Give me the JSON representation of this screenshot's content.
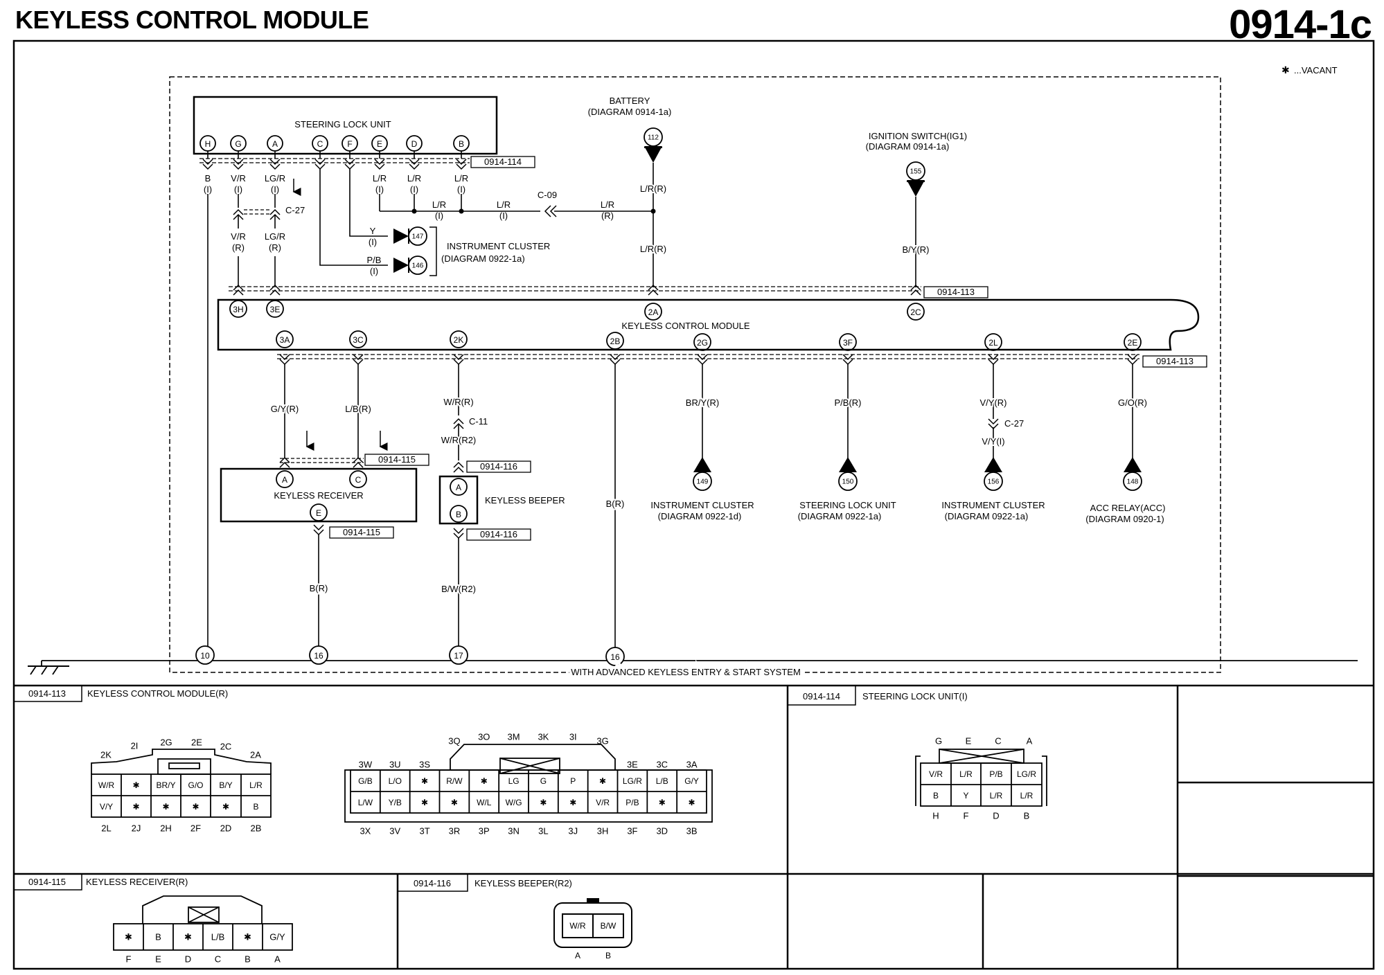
{
  "header": {
    "title": "KEYLESS CONTROL MODULE",
    "code": "0914-1c"
  },
  "legend": {
    "symbol": "✱",
    "text": "...VACANT"
  },
  "frame_caption": "WITH ADVANCED KEYLESS ENTRY & START SYSTEM",
  "components": {
    "steering_lock_unit": "STEERING LOCK UNIT",
    "battery": "BATTERY",
    "battery_ref": "(DIAGRAM 0914-1a)",
    "ign": "IGNITION SWITCH(IG1)",
    "ign_ref": "(DIAGRAM 0914-1a)",
    "ic": "INSTRUMENT CLUSTER",
    "ic_ref": "(DIAGRAM 0922-1a)",
    "kcm": "KEYLESS CONTROL MODULE",
    "receiver": "KEYLESS RECEIVER",
    "beeper": "KEYLESS BEEPER"
  },
  "sl_pins": [
    "H",
    "G",
    "A",
    "C",
    "F",
    "E",
    "D",
    "B"
  ],
  "kcm_top_pins": [
    "3H",
    "3E",
    "2A",
    "2C"
  ],
  "kcm_bottom_pins": [
    "3A",
    "3C",
    "2K",
    "2B",
    "2G",
    "3F",
    "2L",
    "2E"
  ],
  "refs": {
    "r113": "0914-113",
    "r114": "0914-114",
    "r115": "0914-115",
    "r116": "0914-116"
  },
  "wires": {
    "w_b_i": "B",
    "w_i": "(I)",
    "w_vr_i": "V/R",
    "w_lgr_i": "LG/R",
    "w_lr": "L/R",
    "w_r": "(R)",
    "w_vr_r": "V/R",
    "w_lgr_r": "LG/R",
    "w_y": "Y",
    "w_pb": "P/B",
    "w_by_r": "B/Y(R)",
    "w_lr_r": "L/R(R)",
    "w_gy_r": "G/Y(R)",
    "w_lb_r": "L/B(R)",
    "w_wr_r": "W/R(R)",
    "w_wr_r2": "W/R(R2)",
    "w_b_r": "B(R)",
    "w_bw_r2": "B/W(R2)",
    "w_bry_r": "BR/Y(R)",
    "w_pb_r": "P/B(R)",
    "w_vy_r": "V/Y(R)",
    "w_vy_i": "V/Y(I)",
    "w_go_r": "G/O(R)"
  },
  "connectors_inline": {
    "c27": "C-27",
    "c09": "C-09",
    "c11": "C-11"
  },
  "circle_refs": {
    "c112": "112",
    "c155": "155",
    "c147": "147",
    "c146": "146",
    "c149": "149",
    "c150": "150",
    "c156": "156",
    "c148": "148"
  },
  "ground_pins": [
    "10",
    "16",
    "17",
    "16"
  ],
  "receiver_pins": [
    "A",
    "C",
    "E"
  ],
  "beeper_pins": [
    "A",
    "B"
  ],
  "destinations": [
    {
      "name": "INSTRUMENT CLUSTER",
      "ref": "(DIAGRAM 0922-1d)"
    },
    {
      "name": "STEERING LOCK UNIT",
      "ref": "(DIAGRAM 0922-1a)"
    },
    {
      "name": "INSTRUMENT CLUSTER",
      "ref": "(DIAGRAM 0922-1a)"
    },
    {
      "name": "ACC RELAY(ACC)",
      "ref": "(DIAGRAM 0920-1)"
    }
  ],
  "connector_views": {
    "kcm": {
      "ref": "0914-113",
      "title": "KEYLESS CONTROL MODULE(R)",
      "a_top_labels": [
        "2K",
        "2I",
        "2G",
        "2E",
        "2C",
        "2A"
      ],
      "a_row1": [
        "W/R",
        "✱",
        "BR/Y",
        "G/O",
        "B/Y",
        "L/R"
      ],
      "a_row2": [
        "V/Y",
        "✱",
        "✱",
        "✱",
        "✱",
        "B"
      ],
      "a_bottom_labels": [
        "2L",
        "2J",
        "2H",
        "2F",
        "2D",
        "2B"
      ],
      "b_top_labels": [
        "3W",
        "3U",
        "3S",
        "3Q",
        "3O",
        "3M",
        "3K",
        "3I",
        "3G",
        "3E",
        "3C",
        "3A"
      ],
      "b_row1": [
        "G/B",
        "L/O",
        "✱",
        "R/W",
        "✱",
        "LG",
        "G",
        "P",
        "✱",
        "LG/R",
        "L/B",
        "G/Y"
      ],
      "b_row2": [
        "L/W",
        "Y/B",
        "✱",
        "✱",
        "W/L",
        "W/G",
        "✱",
        "✱",
        "V/R",
        "P/B",
        "✱",
        "✱"
      ],
      "b_bottom_labels": [
        "3X",
        "3V",
        "3T",
        "3R",
        "3P",
        "3N",
        "3L",
        "3J",
        "3H",
        "3F",
        "3D",
        "3B"
      ]
    },
    "slu": {
      "ref": "0914-114",
      "title": "STEERING LOCK UNIT(I)",
      "top_labels": [
        "G",
        "E",
        "C",
        "A"
      ],
      "row1": [
        "V/R",
        "L/R",
        "P/B",
        "LG/R"
      ],
      "row2": [
        "B",
        "Y",
        "L/R",
        "L/R"
      ],
      "bottom_labels": [
        "H",
        "F",
        "D",
        "B"
      ]
    },
    "receiver": {
      "ref": "0914-115",
      "title": "KEYLESS RECEIVER(R)",
      "cells": [
        "✱",
        "B",
        "✱",
        "L/B",
        "✱",
        "G/Y"
      ],
      "labels": [
        "F",
        "E",
        "D",
        "C",
        "B",
        "A"
      ]
    },
    "beeper": {
      "ref": "0914-116",
      "title": "KEYLESS BEEPER(R2)",
      "cells": [
        "W/R",
        "B/W"
      ],
      "labels": [
        "A",
        "B"
      ]
    }
  }
}
